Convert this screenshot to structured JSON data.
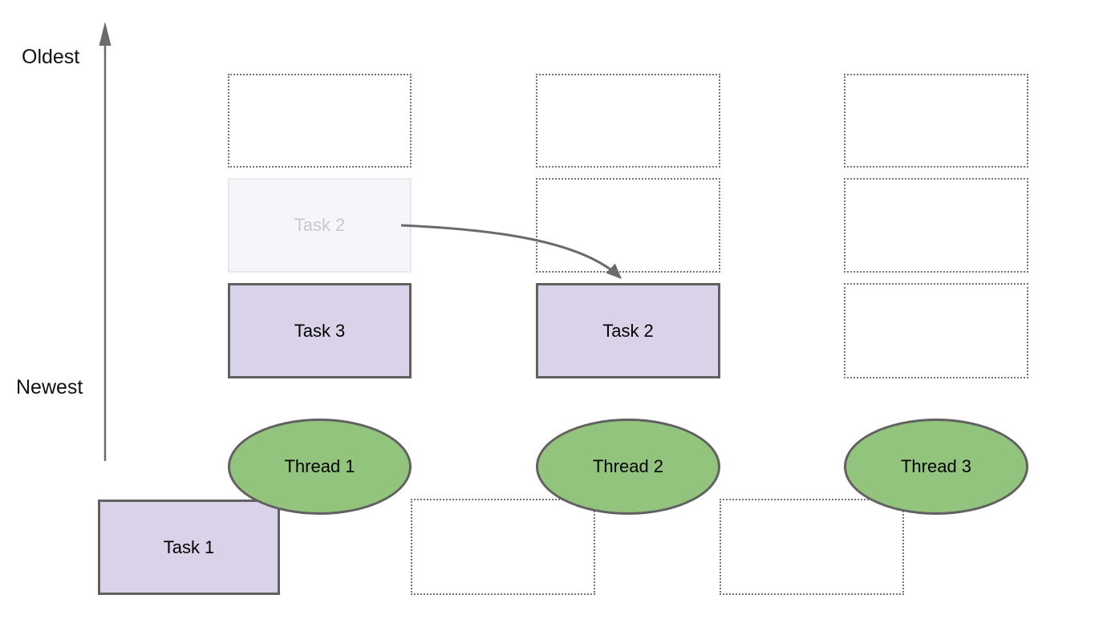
{
  "axis": {
    "top_label": "Oldest",
    "bottom_label": "Newest"
  },
  "queues": [
    {
      "thread": "Thread 1",
      "slots": [
        {
          "type": "empty"
        },
        {
          "type": "ghost",
          "label": "Task 2"
        },
        {
          "type": "task",
          "label": "Task 3"
        }
      ]
    },
    {
      "thread": "Thread 2",
      "slots": [
        {
          "type": "empty"
        },
        {
          "type": "empty"
        },
        {
          "type": "task",
          "label": "Task 2"
        }
      ]
    },
    {
      "thread": "Thread 3",
      "slots": [
        {
          "type": "empty"
        },
        {
          "type": "empty"
        },
        {
          "type": "empty"
        }
      ]
    }
  ],
  "staging": {
    "task_label": "Task 1"
  },
  "move_arrow": {
    "from": "ghost Task 2 in queue 1",
    "to": "Task 2 in queue 2"
  },
  "colors": {
    "task_fill": "#d9d2e9",
    "task_border": "#616161",
    "ghost_fill": "#f6f5fa",
    "ghost_border": "#e9e7f0",
    "ghost_text": "#c8c8cd",
    "thread_fill": "#93c47d",
    "thread_border": "#616161",
    "dotted_outline": "#757575",
    "arrow": "#6b6b6b",
    "label_text": "#111111"
  }
}
